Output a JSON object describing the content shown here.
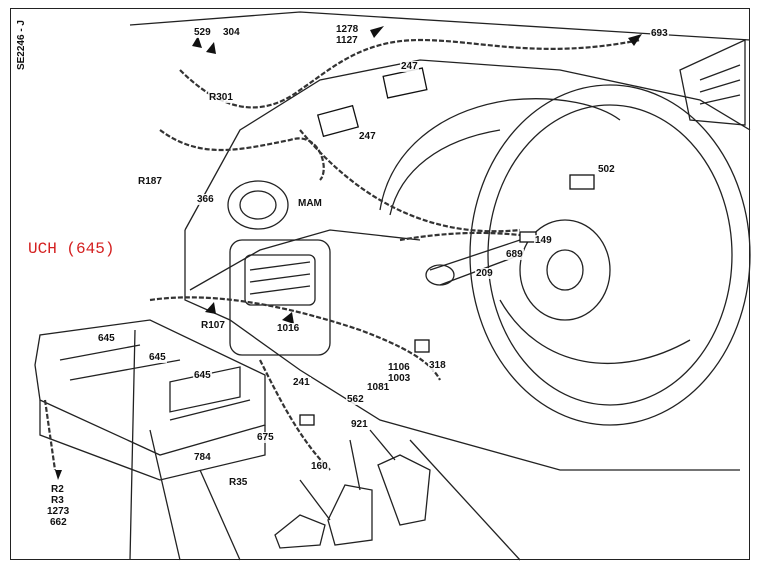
{
  "drawing_code": "SE2246 - J",
  "highlight_label": "UCH (645)",
  "colors": {
    "highlight": "#d42020",
    "ink": "#111111",
    "paper": "#ffffff"
  },
  "labels": {
    "l529": "529",
    "l304": "304",
    "l1278": "1278",
    "l1127": "1127",
    "l693": "693",
    "l247a": "247",
    "l247b": "247",
    "lR301": "R301",
    "lR187": "R187",
    "l366": "366",
    "lMAM": "MAM",
    "l502": "502",
    "l149": "149",
    "l689": "689",
    "l209": "209",
    "lR107": "R107",
    "l1016": "1016",
    "l645a": "645",
    "l645b": "645",
    "l645c": "645",
    "l1106": "1106",
    "l1003": "1003",
    "l318": "318",
    "l241": "241",
    "l1081": "1081",
    "l562": "562",
    "l921": "921",
    "l675": "675",
    "l784": "784",
    "lR35": "R35",
    "l160": "160",
    "lR2": "R2",
    "lR3": "R3",
    "l1273": "1273",
    "l662": "662"
  }
}
